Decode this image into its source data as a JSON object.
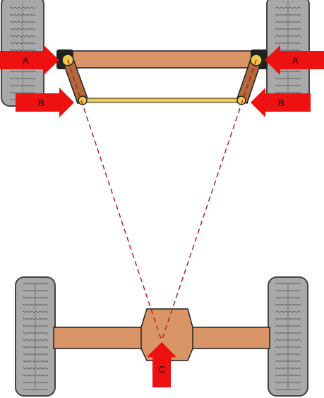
{
  "diagram": {
    "labels": [
      "A",
      "A",
      "B",
      "B",
      "C"
    ]
  }
}
